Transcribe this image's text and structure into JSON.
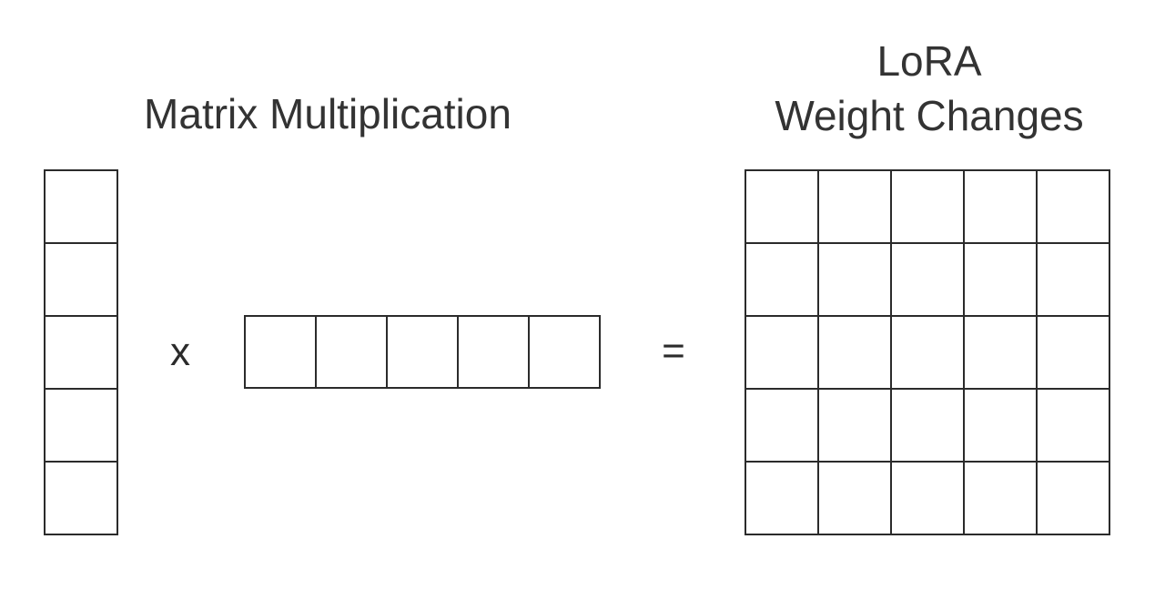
{
  "diagram": {
    "left_title": "Matrix Multiplication",
    "right_title": {
      "line1": "LoRA",
      "line2": "Weight Changes"
    },
    "operators": {
      "multiply": "x",
      "equals": "="
    },
    "column_vector": {
      "rows": 5,
      "cols": 1
    },
    "row_vector": {
      "rows": 1,
      "cols": 5
    },
    "result_matrix": {
      "rows": 5,
      "cols": 5
    },
    "colors": {
      "line": "#2b2b2b",
      "text": "#333333",
      "background": "#ffffff"
    }
  }
}
